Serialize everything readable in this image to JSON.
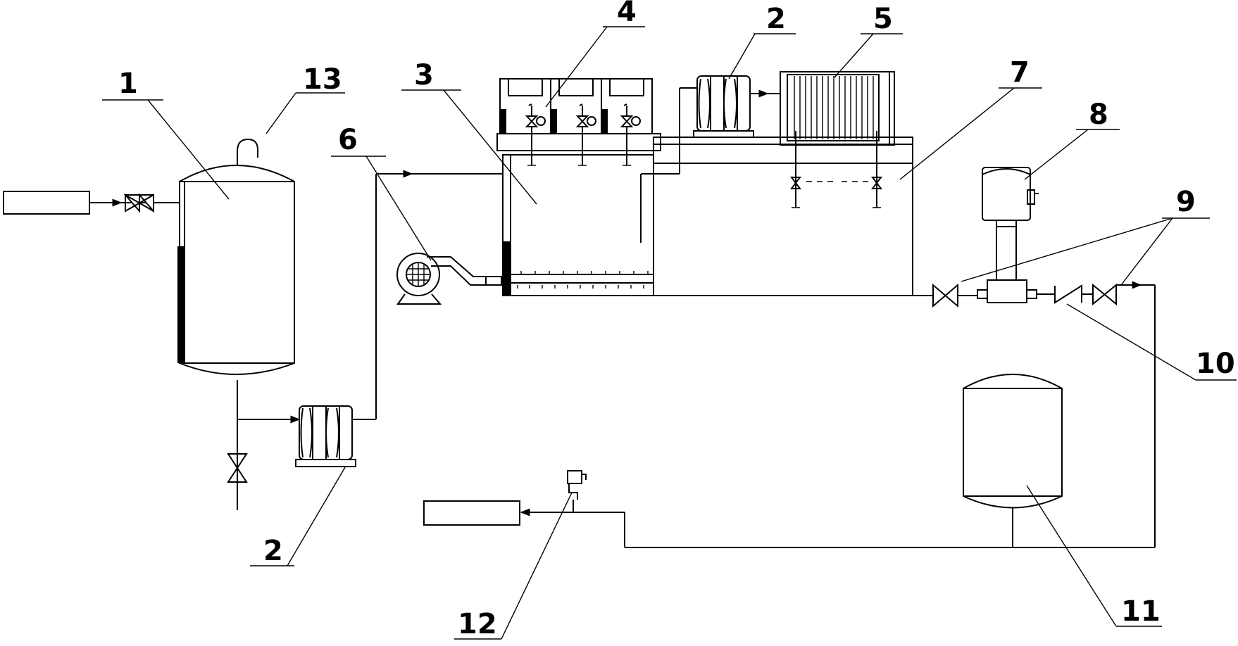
{
  "labels": {
    "l1": "1",
    "l2a": "2",
    "l2b": "2",
    "l3": "3",
    "l4": "4",
    "l5": "5",
    "l6": "6",
    "l7": "7",
    "l8": "8",
    "l9": "9",
    "l10": "10",
    "l11": "11",
    "l12": "12",
    "l13": "13"
  }
}
